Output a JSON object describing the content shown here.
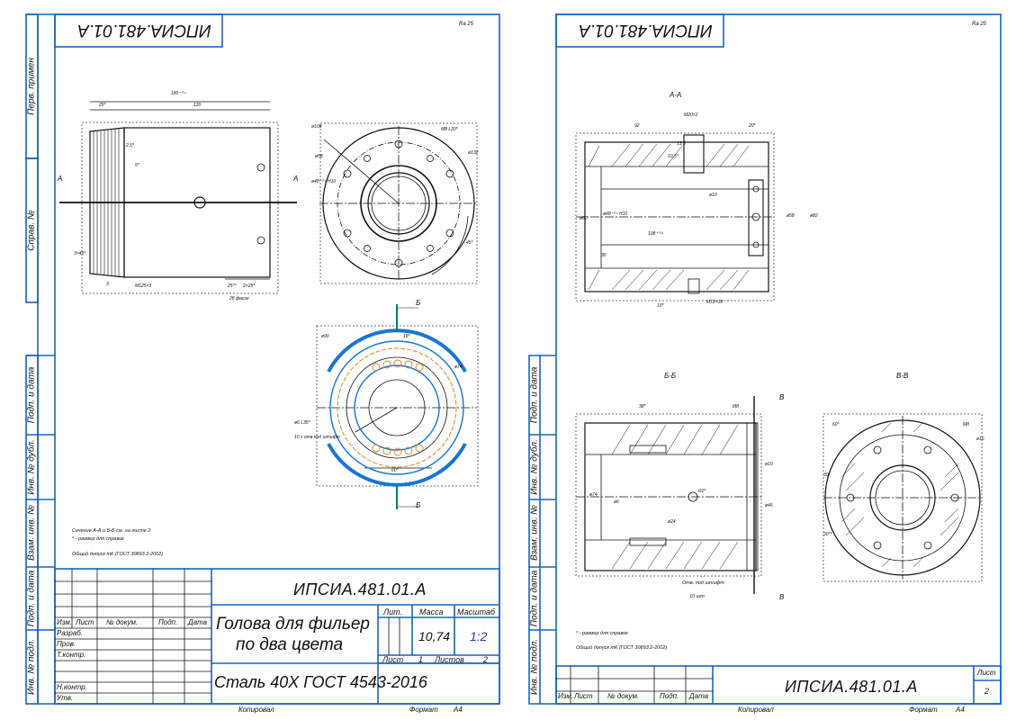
{
  "sheet1": {
    "mirror_title": "ИПСИА.481.01.А",
    "roughness": "Ra 25",
    "side_labels": [
      "Перв. примен",
      "Справ. №",
      "Подп. и дата",
      "Инв. № дубл.",
      "Взам. инв. №",
      "Подп. и дата",
      "Инв. № подл."
    ],
    "view_labels": [
      "A",
      "A",
      "Б",
      "Б"
    ],
    "dims": [
      "180⁺⁰·⁴",
      "25*",
      "120",
      "2.5*",
      "5*",
      "M8 L20*",
      "ø108",
      "ø58",
      "ø48⁺⁰·¹ H10",
      "ø132",
      "45°",
      "3×45°",
      "3",
      "M125×3",
      "25°*",
      "2×25*",
      "28 фасок",
      "ø90",
      "ø74",
      "18°",
      "ø6 L35*",
      "10 х отв под штифт",
      "60°"
    ],
    "notes": [
      "Сечение А-А и Б-Б см. на листе 2",
      "* - размер для справок",
      "Общий допуск mК (ГОСТ 30893.2-2002)"
    ],
    "title_block": {
      "doc_code": "ИПСИА.481.01.А",
      "name_line1": "Голова для фильер",
      "name_line2": "по два цвета",
      "material": "Сталь 40Х ГОСТ 4543-2016",
      "lit_label": "Лит.",
      "mass_label": "Масса",
      "scale_label": "Масштаб",
      "mass": "10,74",
      "scale": "1:2",
      "sheet_label": "Лист",
      "sheet_num": "1",
      "sheets_label": "Листов",
      "sheets_total": "2",
      "col_headers": [
        "Изм.",
        "Лист",
        "№ докум.",
        "Подп.",
        "Дата"
      ],
      "roles": [
        "Разраб.",
        "Пров.",
        "Т.контр.",
        "",
        "Н.контр.",
        "Утв."
      ]
    },
    "footer_copied": "Копировал",
    "footer_format": "Формат",
    "footer_format_value": "А4"
  },
  "sheet2": {
    "mirror_title": "ИПСИА.481.01.А",
    "roughness": "Ra 25",
    "side_labels": [
      "Подп. и дата",
      "Инв. № дубл.",
      "Взам. инв. №",
      "Подп. и дата",
      "Инв. № подл."
    ],
    "section_titles": [
      "А-А",
      "Б-Б",
      "В-В"
    ],
    "dims": [
      "92",
      "M20×2",
      "20*",
      "10.5*",
      "13.5",
      "ø10",
      "108⁺⁰·⁸",
      "ø60",
      "ø48⁺⁰·¹ H10",
      "30",
      "ø58",
      "ø82",
      "10*",
      "M12×18",
      "38*",
      "M8",
      "ø74",
      "ø6",
      "R2*",
      "ø24",
      "ø10",
      "60°",
      "30°",
      "M8",
      "ø16",
      "ø46",
      "30°*"
    ],
    "dim_labels_b": [
      "В",
      "В"
    ],
    "notes_b": [
      "Отв. под штифт",
      "10 шт"
    ],
    "notes": [
      "* - размер для справок",
      "Общий допуск mК (ГОСТ 30893.2-2002)"
    ],
    "title_block": {
      "doc_code": "ИПСИА.481.01.А",
      "col_headers": [
        "Изм.",
        "Лист",
        "№ докум.",
        "Подп.",
        "Дата"
      ],
      "sheet_label": "Лист",
      "sheet_num": "2"
    },
    "footer_copied": "Копировал",
    "footer_format": "Формат",
    "footer_format_value": "А4"
  }
}
